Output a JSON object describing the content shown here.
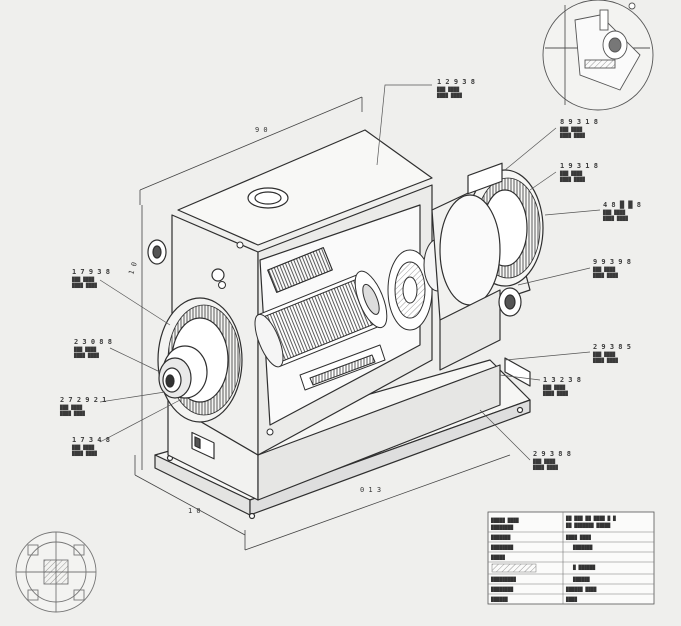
{
  "callouts": [
    {
      "id": "c1",
      "code": "1 2 9 3 8",
      "desc": [
        "███ ████",
        "████ ████"
      ]
    },
    {
      "id": "c2",
      "code": "8 9 3 1 8",
      "desc": [
        "███ ████",
        "████ ████"
      ]
    },
    {
      "id": "c3",
      "code": "1 9 3 1 8",
      "desc": [
        "███ ████",
        "████ ████"
      ]
    },
    {
      "id": "c4",
      "code": "4 8 █ █ 8",
      "desc": [
        "███ ████",
        "████ ████"
      ]
    },
    {
      "id": "c5",
      "code": "9 9 3 9 8",
      "desc": [
        "███ ████",
        "████ ████"
      ]
    },
    {
      "id": "c6",
      "code": "2 9 3 8 5",
      "desc": [
        "███ ████",
        "████ ████"
      ]
    },
    {
      "id": "c7",
      "code": "1 3 2 3 8",
      "desc": [
        "███ ████",
        "████ ████"
      ]
    },
    {
      "id": "c8",
      "code": "2 9 3 8 8",
      "desc": [
        "███ ████",
        "████ ████"
      ]
    },
    {
      "id": "c9",
      "code": "1 7 9 3 8",
      "desc": [
        "███ ████",
        "████ ████"
      ]
    },
    {
      "id": "c10",
      "code": "2 3 0 8 8",
      "desc": [
        "███ ████",
        "████ ████"
      ]
    },
    {
      "id": "c11",
      "code": "2 7 2 9 2 1",
      "desc": [
        "███ ████",
        "████ ████"
      ]
    },
    {
      "id": "c12",
      "code": "1 7 3 4 8",
      "desc": [
        "███ ████",
        "████ ████"
      ]
    }
  ],
  "dimensions": {
    "top_width": "9 0",
    "bottom_length": "0 1 3",
    "bottom_depth": "1 0",
    "left_height": "1 0"
  },
  "title_block": {
    "rows": [
      [
        "█████ ████",
        "██ ███ ██ ████ █ █"
      ],
      [
        "████████",
        "██ ███████ █████"
      ],
      [
        "███████",
        "████ ████"
      ],
      [
        "████████",
        "███████"
      ],
      [
        "█████",
        "█ ██████"
      ],
      [
        "█████████",
        "██████"
      ],
      [
        "████████",
        "██████ ████"
      ],
      [
        "██████",
        "████"
      ]
    ]
  },
  "colors": {
    "background": "#efefed",
    "line": "#2f2f2f",
    "light_line": "#8a8a8a"
  }
}
